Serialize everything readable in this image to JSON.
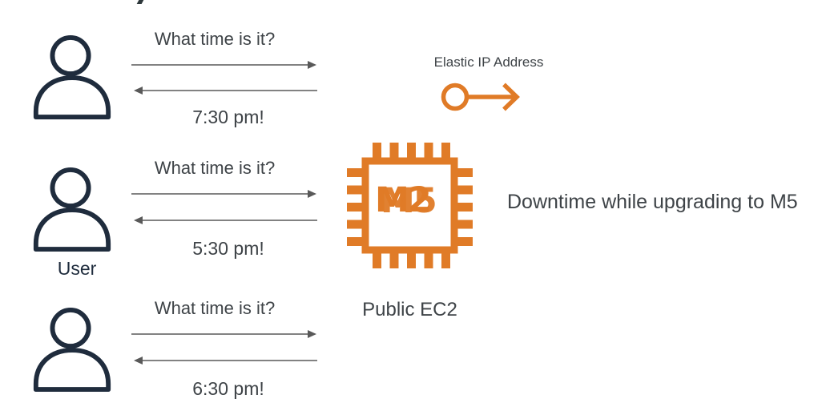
{
  "palette": {
    "navy": "#1F2C3D",
    "orange": "#E07B27",
    "text_gray": "#3E4347",
    "arrow_gray": "#595959"
  },
  "conversations": [
    {
      "question": "What time is it?",
      "answer": "7:30 pm!"
    },
    {
      "question": "What time is it?",
      "answer": "5:30 pm!"
    },
    {
      "question": "What time is it?",
      "answer": "6:30 pm!"
    }
  ],
  "user": {
    "label": "User"
  },
  "ec2": {
    "label": "Public EC2",
    "chip_label_from": "M2",
    "chip_label_to": "M5"
  },
  "elastic_ip": {
    "label": "Elastic IP Address"
  },
  "annotation": {
    "downtime_note": "Downtime while upgrading to M5"
  }
}
